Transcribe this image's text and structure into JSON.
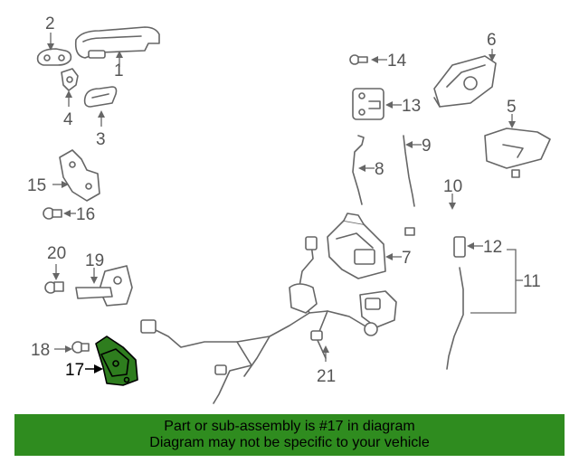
{
  "callouts": {
    "n1": "1",
    "n2": "2",
    "n3": "3",
    "n4": "4",
    "n5": "5",
    "n6": "6",
    "n7": "7",
    "n8": "8",
    "n9": "9",
    "n10": "10",
    "n11": "11",
    "n12": "12",
    "n13": "13",
    "n14": "14",
    "n15": "15",
    "n16": "16",
    "n17": "17",
    "n18": "18",
    "n19": "19",
    "n20": "20",
    "n21": "21"
  },
  "highlight": {
    "part": "17",
    "color": "#2e7d1e"
  },
  "banner": {
    "line1": "Part or sub-assembly is #17 in diagram",
    "line2": "Diagram may not be specific to your vehicle",
    "background": "#2f8c1f"
  }
}
